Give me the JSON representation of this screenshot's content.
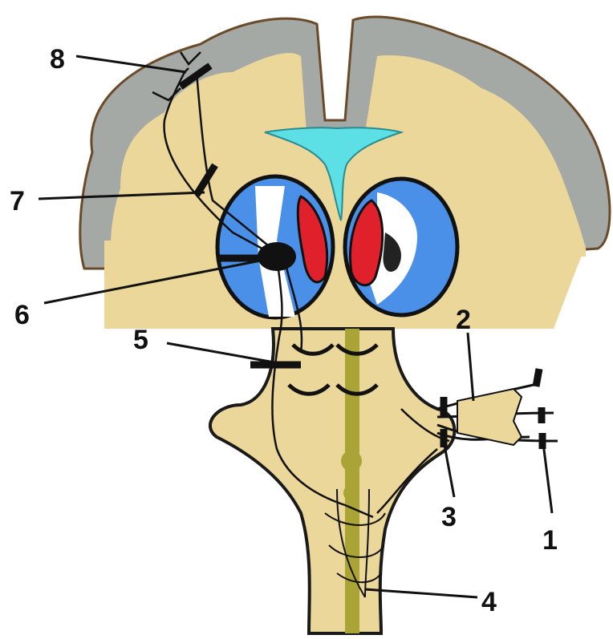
{
  "labels": {
    "l1": "1",
    "l2": "2",
    "l3": "3",
    "l4": "4",
    "l5": "5",
    "l6": "6",
    "l7": "7",
    "l8": "8"
  },
  "colors": {
    "cortex_gray": "#a4a9a6",
    "tissue_beige": "#ecd79a",
    "ventricle_cyan": "#5ce0e6",
    "capsule_blue": "#4a90e8",
    "nucleus_red": "#e0202a",
    "tract_olive": "#aaa436",
    "outline": "#1a1a1a"
  }
}
